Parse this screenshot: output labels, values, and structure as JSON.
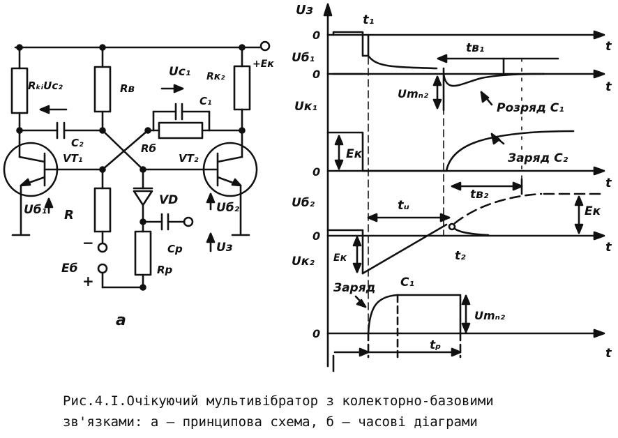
{
  "schematic": {
    "resistors": [
      "R",
      "R",
      "R",
      "R",
      "R"
    ],
    "capacitors": [
      "C",
      "C",
      "C"
    ],
    "labels": {
      "rk1_uc2": "RₖᵢUc₂",
      "r_b": "Rв",
      "rk2": "Rк₂",
      "uc1": "Uc₁",
      "c1": "C₁",
      "c2": "C₂",
      "rb": "Rб",
      "vt1": "VT₁",
      "vt2": "VT₂",
      "eplus": "+Eк",
      "ub1": "Uб₁",
      "r": "R",
      "vd": "VD",
      "ub2": "Uб₂",
      "cp": "Cр",
      "eb": "Eб",
      "rp": "Rр",
      "uv": "Uз",
      "minus": "−",
      "plus": "+",
      "panel_a": "a"
    }
  },
  "diagrams": {
    "t_axis": "t",
    "zero": "0",
    "uz": "Uз",
    "t1": "t₁",
    "ub1": "Uб₁",
    "tv1": "tв₁",
    "um2": "Umₙ₂",
    "rozryad": "Розряд C₁",
    "uk1": "Uк₁",
    "ek1": "Eк",
    "zaryad2": "Заряд C₂",
    "tv2": "tв₂",
    "ub2": "Uб₂",
    "tu": "tᵤ",
    "ek2": "Eк",
    "ek3": "Eк",
    "t2": "t₂",
    "uk2": "Uк₂",
    "zaryad1": "Заряд",
    "c1": "C₁",
    "um2b": "Umₙ₂",
    "tp": "tₚ"
  },
  "caption": {
    "line1": "Рис.4.I.Очікуючий мультивібратор з колекторно-базовими",
    "line2": "зв'язками: а – принципова схема, б – часові діаграми"
  }
}
